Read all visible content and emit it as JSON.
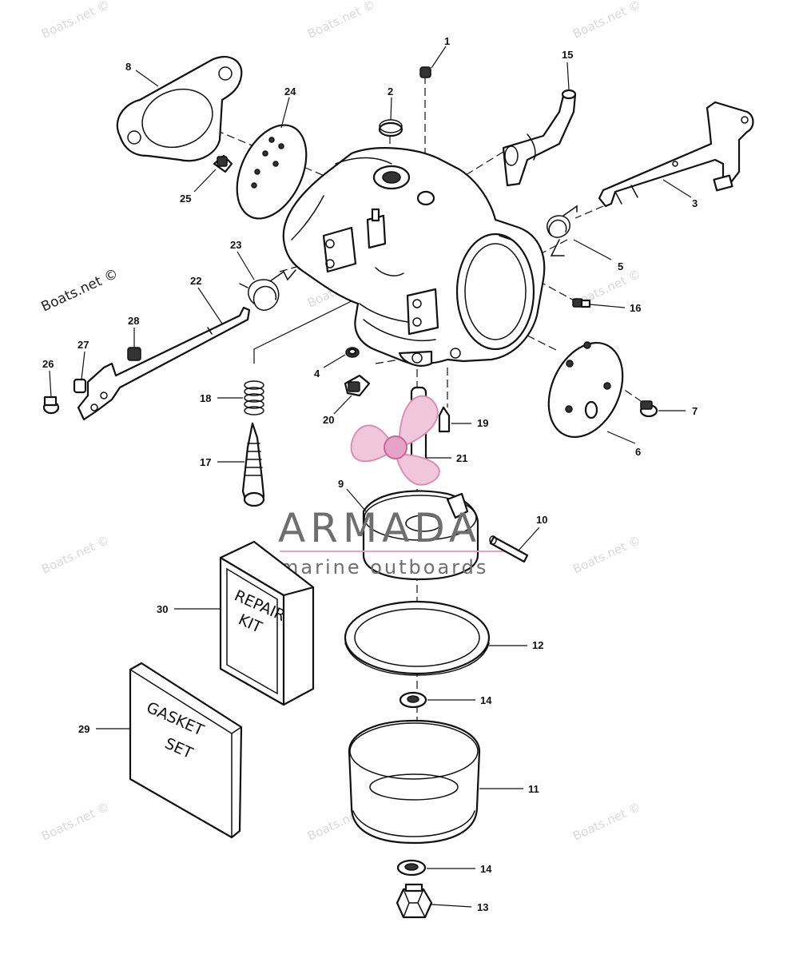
{
  "watermarks": {
    "text": "Boats.net ©",
    "main_text": "Boats.net ©"
  },
  "logo": {
    "name": "ARMADA",
    "tagline": "marine outboards",
    "accent_color": "#e3a3c6"
  },
  "kits": {
    "repair_line1": "REPAIR",
    "repair_line2": "KIT",
    "gasket_line1": "GASKET",
    "gasket_line2": "SET"
  },
  "callouts": [
    "1",
    "2",
    "3",
    "4",
    "5",
    "6",
    "7",
    "8",
    "9",
    "10",
    "11",
    "12",
    "13",
    "14",
    "14",
    "15",
    "16",
    "17",
    "18",
    "19",
    "20",
    "21",
    "22",
    "23",
    "24",
    "25",
    "26",
    "27",
    "28",
    "29",
    "30"
  ]
}
